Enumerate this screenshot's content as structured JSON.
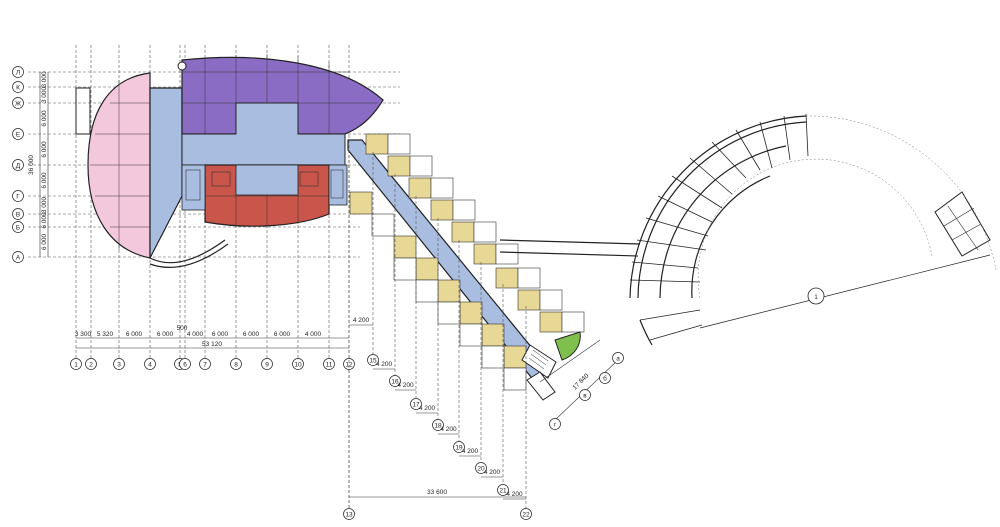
{
  "colors": {
    "purple": "#8b6cc4",
    "pink": "#f4c8dc",
    "blue": "#a9bde0",
    "red": "#c9554b",
    "yellow": "#e8d896",
    "green": "#7fbf4e",
    "line": "#222222"
  },
  "axes_letters": [
    "Л",
    "К",
    "Ж",
    "Е",
    "Д",
    "Г",
    "В",
    "Б",
    "А"
  ],
  "letter_dims": [
    "3 000",
    "3 000",
    "6 000",
    "6 000",
    "6 000",
    "3 000",
    "6 000",
    "6 000"
  ],
  "letter_total": "36 000",
  "axes_numbers": [
    "1",
    "2",
    "3",
    "4",
    "5",
    "6",
    "7",
    "8",
    "9",
    "10",
    "11",
    "12"
  ],
  "number_dims": [
    "3 300",
    "5 320",
    "6 000",
    "6 000",
    "500",
    "4 000",
    "6 000",
    "6 000",
    "6 000",
    "4 000"
  ],
  "number_total": "53 120",
  "diag_axes": [
    "13",
    "15",
    "16",
    "17",
    "18",
    "19",
    "20",
    "21",
    "22"
  ],
  "diag_dims": [
    "4 200",
    "4 200",
    "4 200",
    "4 200",
    "4 200",
    "4 200",
    "4 200",
    "4 200"
  ],
  "diag_total": "33 600",
  "wing_axes": [
    "а",
    "б",
    "в",
    "г"
  ],
  "wing_dim": "17 840",
  "center_mark": "1"
}
